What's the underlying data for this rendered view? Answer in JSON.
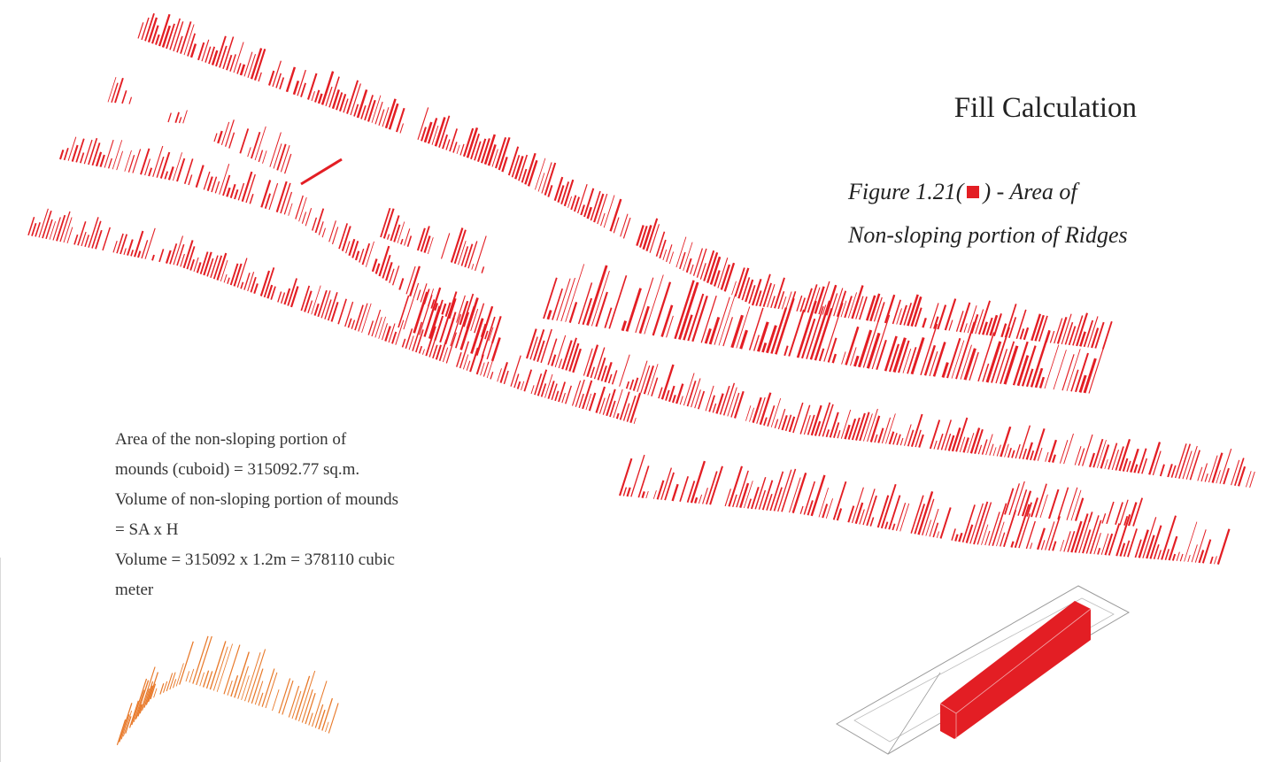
{
  "title": "Fill Calculation",
  "caption": {
    "figure_label": "Figure 1.21(",
    "after_swatch": ") - Area of",
    "line2": "Non-sloping portion of  Ridges"
  },
  "calculation": {
    "line1": "Area of the non-sloping portion of",
    "line2": "mounds (cuboid) = 315092.77 sq.m.",
    "line3": "Volume of  non-sloping portion of  mounds",
    "line4": "= SA x H",
    "line5": "Volume = 315092 x 1.2m = 378110 cubic",
    "line6": "meter"
  },
  "values": {
    "area_sq_m": 315092.77,
    "height_m": 1.2,
    "volume_cubic_m": 378110
  },
  "colors": {
    "fill_red": "#e31e24",
    "fill_orange": "#e8792a",
    "box_outline": "#9a9a9a"
  },
  "icons": {
    "legend": "red-square-swatch"
  }
}
